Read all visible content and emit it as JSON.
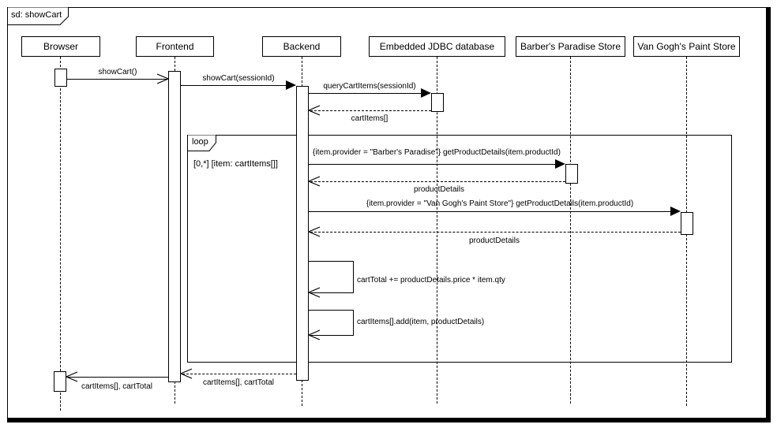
{
  "frame": {
    "title": "sd: showCart"
  },
  "fragment": {
    "operator": "loop",
    "guard": "[0,*] [item: cartItems[]]"
  },
  "lifelines": [
    {
      "name": "Browser"
    },
    {
      "name": "Frontend"
    },
    {
      "name": "Backend"
    },
    {
      "name": "Embedded JDBC database"
    },
    {
      "name": "Barber's Paradise Store"
    },
    {
      "name": "Van Gogh's Paint Store"
    }
  ],
  "messages": [
    {
      "label": "showCart()"
    },
    {
      "label": "showCart(sessionId)"
    },
    {
      "label": "queryCartItems(sessionId)"
    },
    {
      "label": "cartItems[]"
    },
    {
      "label": "{item.provider = \"Barber's Paradise\"} getProductDetails(item.productId)"
    },
    {
      "label": "productDetails"
    },
    {
      "label": "{item.provider = \"Van Gogh's Paint Store\"} getProductDetails(item.productId)"
    },
    {
      "label": "productDetails"
    },
    {
      "label": "cartTotal += productDetails.price * item.qty"
    },
    {
      "label": "cartItems[].add(item, productDetails)"
    },
    {
      "label": "cartItems[], cartTotal"
    },
    {
      "label": "cartItems[], cartTotal"
    }
  ],
  "colors": {
    "background": "#ffffff",
    "line": "#000000"
  }
}
